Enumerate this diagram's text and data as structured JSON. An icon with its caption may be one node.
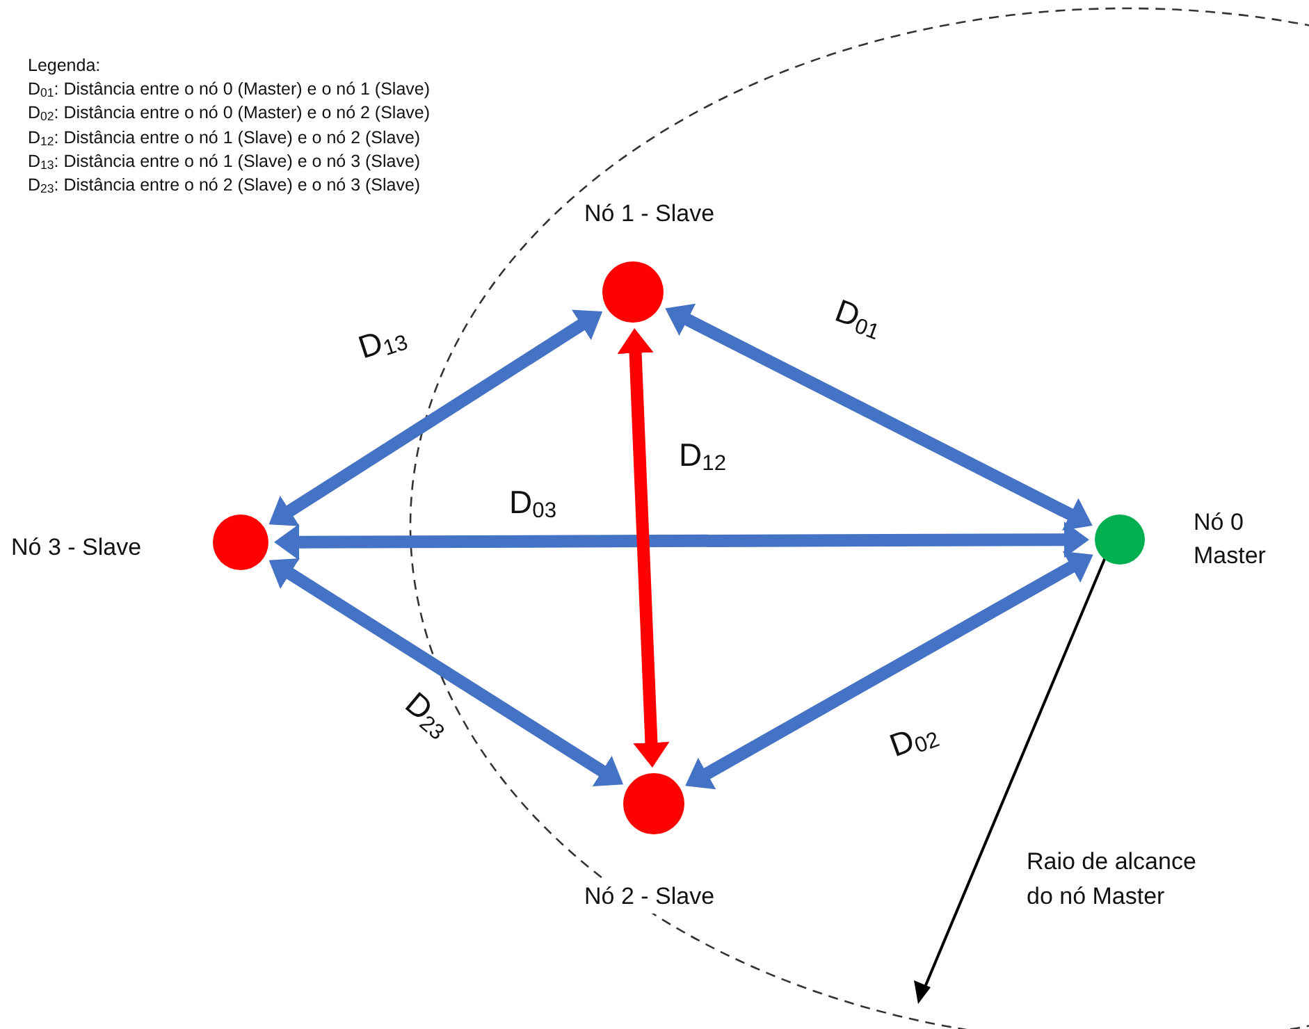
{
  "diagram": {
    "nodes": [
      {
        "text": [],
        "shape": "circle",
        "beside": [
          "Nó 1 - Slave"
        ]
      },
      {
        "text": [],
        "shape": "circle",
        "beside": [
          "Nó 3 - Slave"
        ]
      },
      {
        "text": [],
        "shape": "circle",
        "beside": [
          "Nó 0 Master"
        ]
      },
      {
        "text": [],
        "shape": "circle",
        "beside": [
          "Nó 2 - Slave"
        ]
      }
    ],
    "edges": [
      {
        "from": 2,
        "to": 0,
        "arrow": "both",
        "label": "D$_{01}$"
      },
      {
        "from": 0,
        "to": 1,
        "arrow": "both",
        "label": "D$_{13}$"
      },
      {
        "from": 1,
        "to": 2,
        "arrow": "both",
        "label": "D$_{03}$"
      },
      {
        "from": 0,
        "to": 3,
        "arrow": "both",
        "label": "D$_{12}$",
        "color": "#ff0000"
      },
      {
        "from": 1,
        "to": 3,
        "arrow": "both",
        "label": "D$_{23}$"
      },
      {
        "from": 3,
        "to": 2,
        "arrow": "both",
        "label": "D$_{02}$"
      }
    ],
    "labels": [
      "Legenda:",
      "D$_{01}$: Distância entre o nó 0 (Master) e o nó 1 (Slave)",
      "D$_{02}$: Distância entre o nó 0 (Master) e o nó 2 (Slave)",
      "D$_{12}$: Distância entre o nó 1 (Slave) e o nó 2 (Slave)",
      "D$_{13}$: Distância entre o nó 1 (Slave) e o nó 3 (Slave)",
      "D$_{23}$: Distância entre o nó 2 (Slave) e o nó 3 (Slave)",
      "Raio de alcance do nó Master"
    ]
  }
}
